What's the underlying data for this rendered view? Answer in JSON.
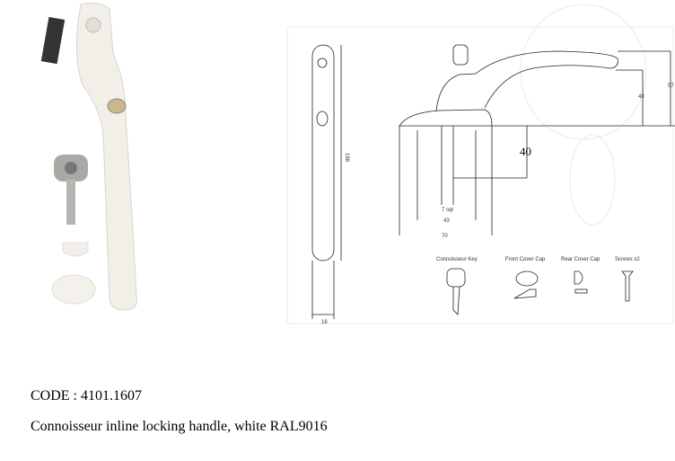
{
  "product": {
    "code": "CODE : 4101.1607",
    "description": "Connoisseur inline locking handle, white RAL9016"
  },
  "drawing": {
    "dimensions": {
      "height": "188",
      "width_side": "16",
      "lever_height": "57",
      "grip_height": "43",
      "spindle_length": "40",
      "spindle": "7 sqr",
      "centres": "43",
      "base_width": "70"
    },
    "components": [
      "Connoisseur Key",
      "Front Cover Cap",
      "Rear Cover Cap",
      "Screws x2"
    ]
  }
}
